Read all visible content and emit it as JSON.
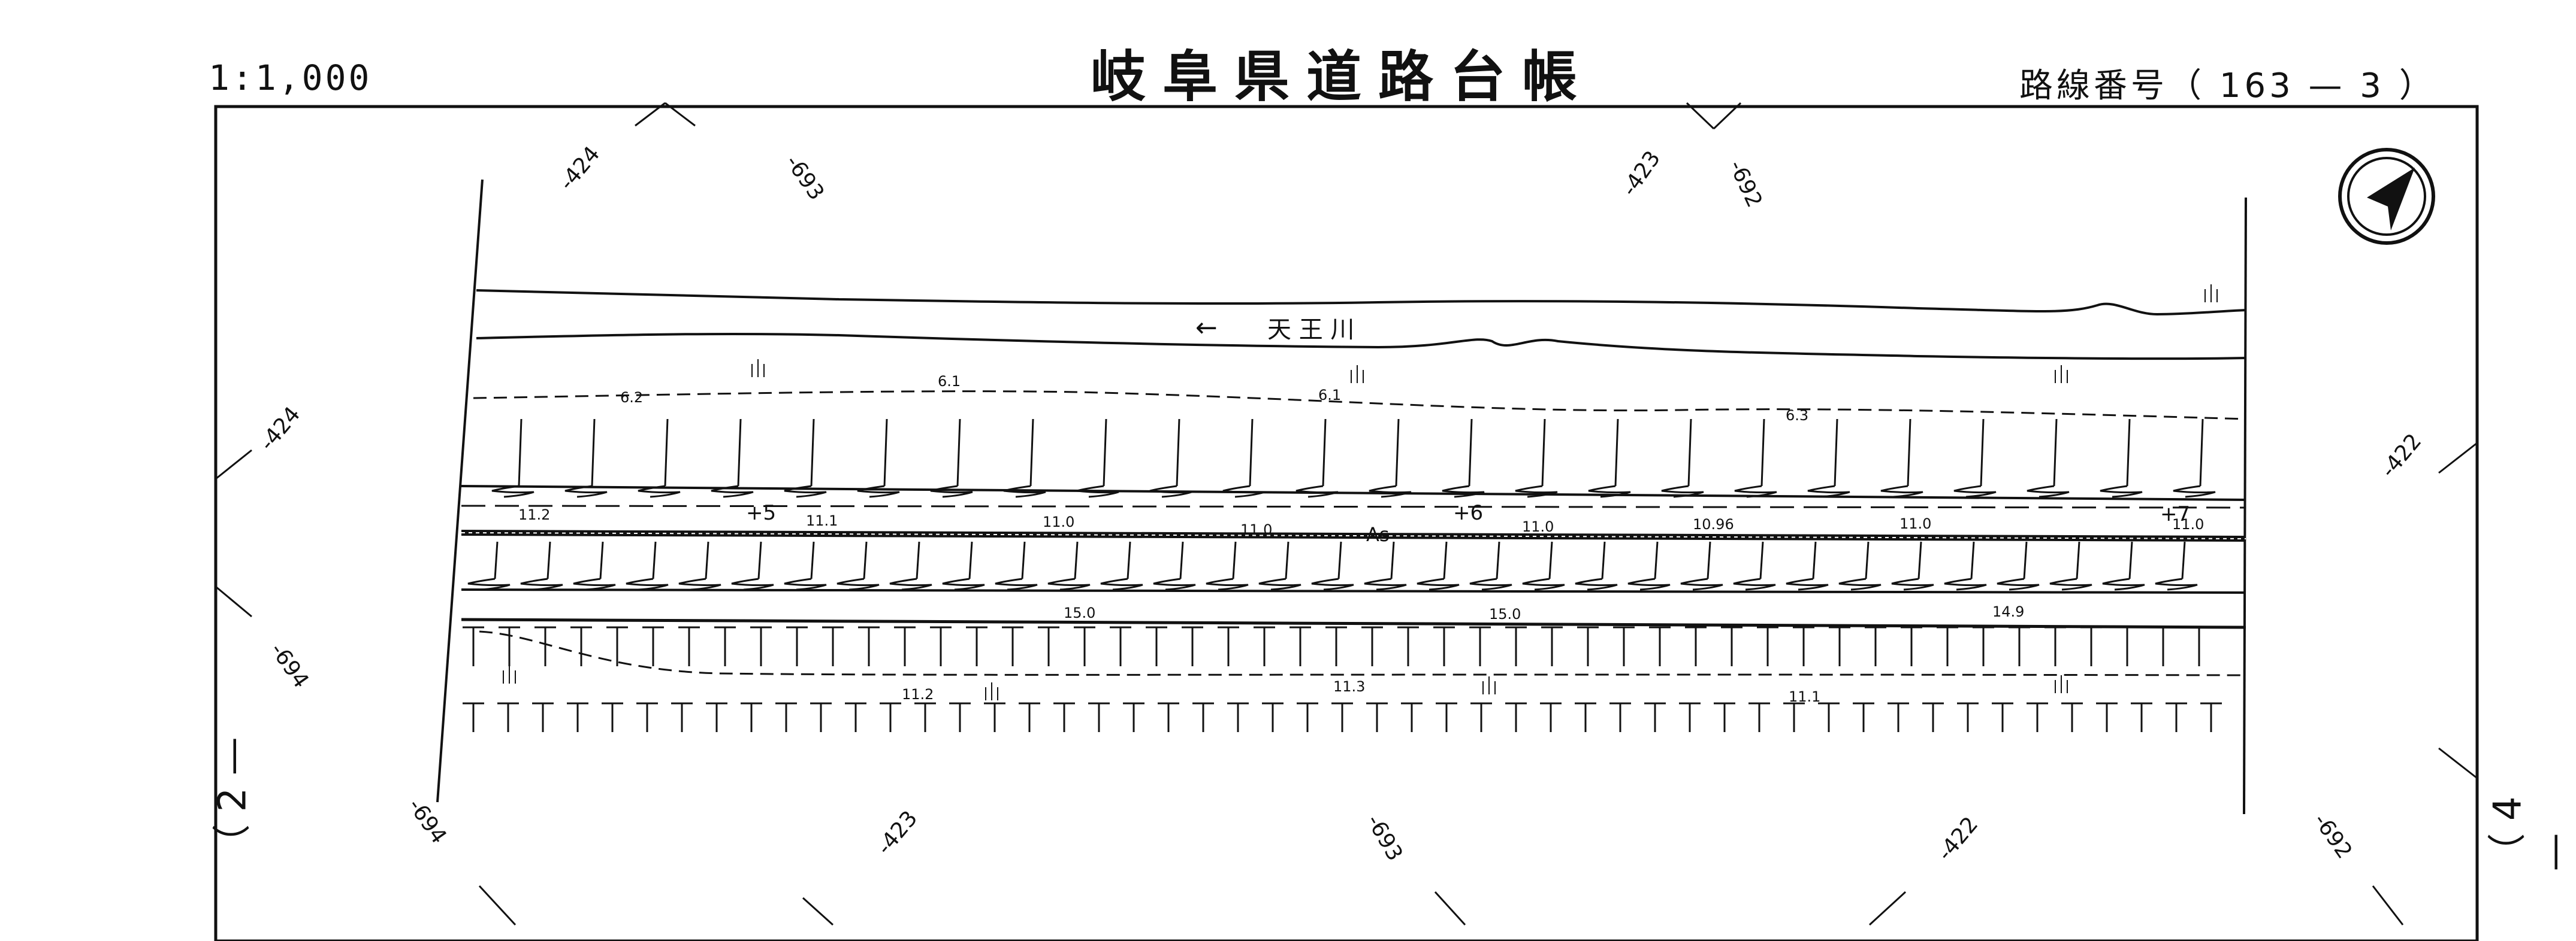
{
  "header": {
    "scale": "1:1,000",
    "title": "岐阜県道路台帳",
    "route_label": "路線番号（",
    "route_number": "163 — 3",
    "route_close": "）"
  },
  "side_marks": {
    "left": "（ 2 —",
    "right": "（ 4 —"
  },
  "map": {
    "river_label": "天 王 川",
    "river_arrow": "←",
    "pavement": "As",
    "grid_labels": [
      "-424",
      "-693",
      "-423",
      "-692",
      "-424",
      "-694",
      "-694",
      "-423",
      "-693",
      "-422",
      "-692",
      "-422"
    ],
    "river_edge_elevations": [
      "6.2",
      "6.1",
      "6.1",
      "6.3"
    ],
    "road_elevations": [
      "11.2",
      "11.1",
      "11.0",
      "11.0",
      "11.0",
      "10.96",
      "11.0",
      "11.0"
    ],
    "stations": [
      "+5",
      "+6",
      "+7"
    ],
    "lower_elevations": [
      "15.0",
      "15.0",
      "14.9"
    ],
    "field_elevations": [
      "11.2",
      "11.3",
      "11.1"
    ]
  },
  "colors": {
    "ink": "#111111",
    "paper": "#ffffff"
  },
  "icons": [
    "north-arrow-icon",
    "grass-symbol-icon",
    "slope-hatch-icon",
    "embankment-tick-icon"
  ]
}
